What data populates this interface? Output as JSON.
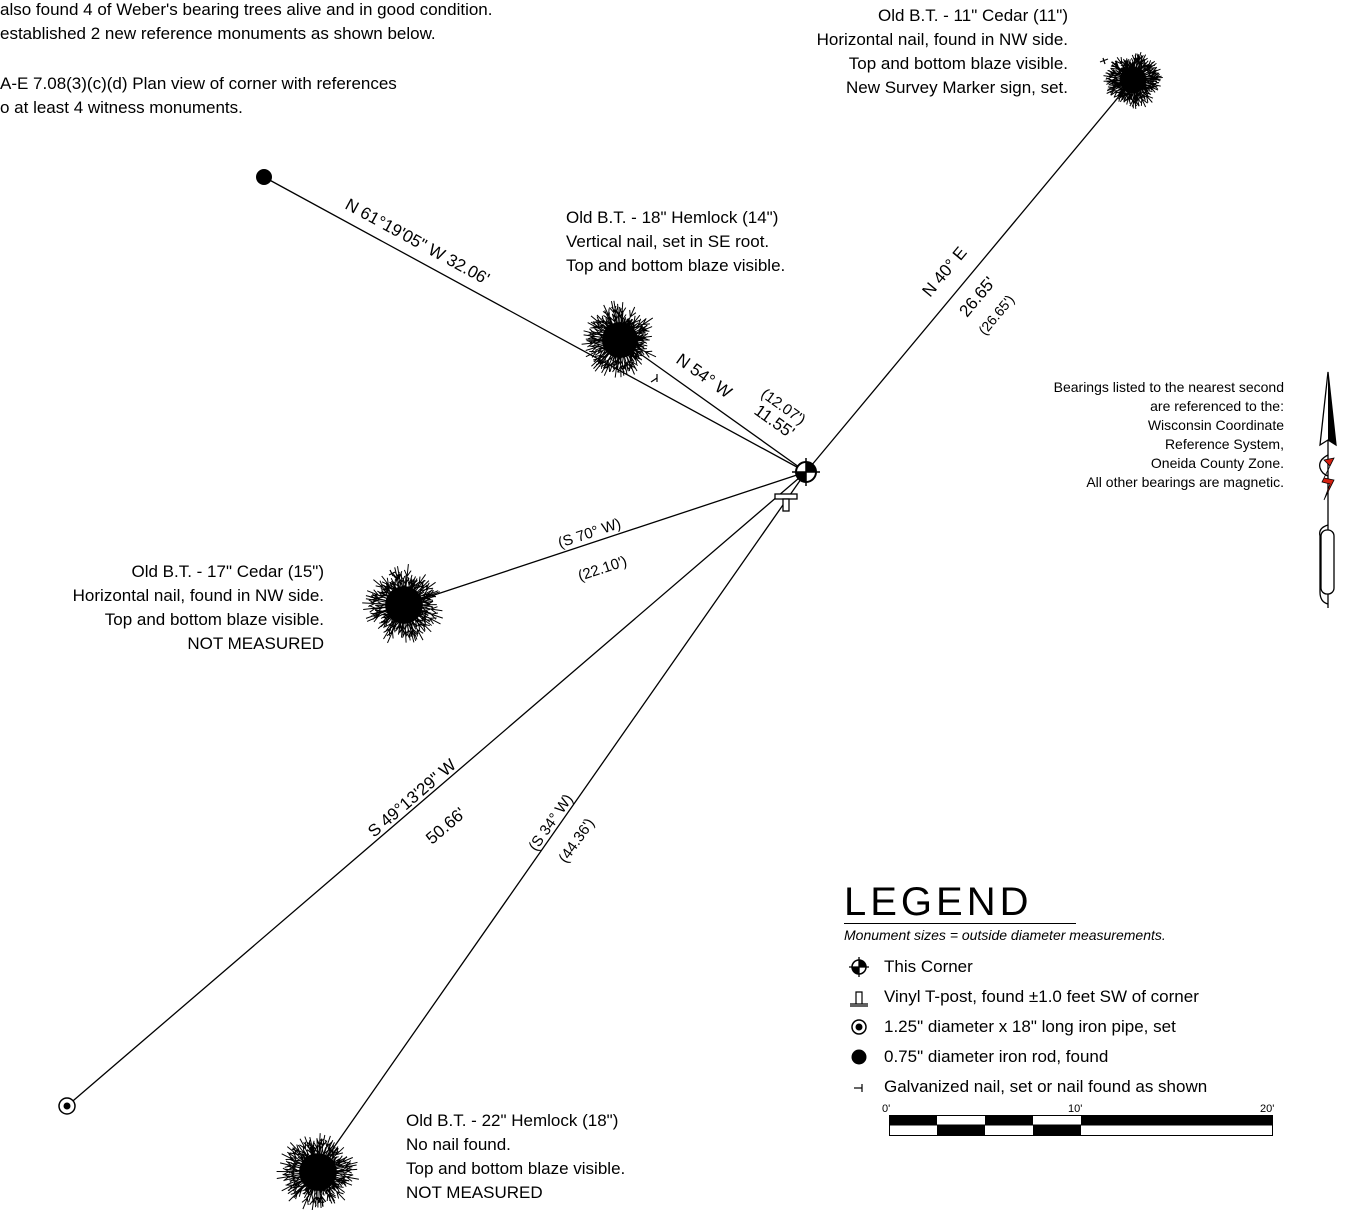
{
  "notes": {
    "line1": "also found 4 of Weber's bearing trees alive and in good condition.",
    "line2": "established 2 new reference monuments as shown below.",
    "line3": "A-E 7.08(3)(c)(d) Plan view of corner with references",
    "line4": "o at least 4 witness monuments."
  },
  "trees": {
    "cedar11": [
      "Old B.T. - 11\" Cedar (11\")",
      "Horizontal nail, found in NW side.",
      "Top and bottom blaze visible.",
      "New Survey Marker sign, set."
    ],
    "hemlock14": [
      "Old B.T. - 18\" Hemlock (14\")",
      "Vertical nail, set in SE root.",
      "Top and bottom blaze visible."
    ],
    "cedar15": [
      "Old B.T. - 17\" Cedar (15\")",
      "Horizontal nail, found in NW side.",
      "Top and bottom blaze visible.",
      "NOT MEASURED"
    ],
    "hemlock18": [
      "Old B.T. - 22\" Hemlock (18\")",
      "No nail found.",
      "Top and bottom blaze visible.",
      "NOT MEASURED"
    ]
  },
  "dimensions": {
    "nw_rod_bearing": "N 61°19'05\" W  32.06'",
    "ne_bearing": "N 40° E",
    "ne_distance": "26.65'",
    "ne_record": "(26.65')",
    "hemlock14_bearing": "N 54° W",
    "hemlock14_record": "(12.07')",
    "hemlock14_distance": "11.55'",
    "cedar15_bearing": "(S 70° W)",
    "cedar15_distance": "(22.10')",
    "sw_pipe_bearing": "S 49°13'29\" W",
    "sw_pipe_distance": "50.66'",
    "hemlock18_bearing": "(S 34° W)",
    "hemlock18_distance": "(44.36')"
  },
  "bearings_note": [
    "Bearings listed to the nearest second",
    "are referenced to the:",
    "Wisconsin Coordinate",
    "Reference System,",
    "Oneida County Zone.",
    "All other bearings are magnetic."
  ],
  "legend": {
    "title": "LEGEND",
    "subtitle": "Monument sizes = outside diameter measurements.",
    "items": [
      {
        "symbol": "corner-symbol",
        "label": "This Corner"
      },
      {
        "symbol": "t-post-symbol",
        "label": "Vinyl T-post, found ±1.0 feet SW of corner"
      },
      {
        "symbol": "iron-pipe-symbol",
        "label": "1.25\" diameter x 18\" long iron pipe, set"
      },
      {
        "symbol": "iron-rod-symbol",
        "label": "0.75\" diameter iron rod, found"
      },
      {
        "symbol": "nail-symbol",
        "label": "Galvanized nail, set or nail found as shown"
      }
    ],
    "scale": {
      "labels": [
        "0'",
        "10'",
        "20'"
      ]
    }
  },
  "colors": {
    "ink": "#000000",
    "north_arrow_accent": "#d42010"
  }
}
